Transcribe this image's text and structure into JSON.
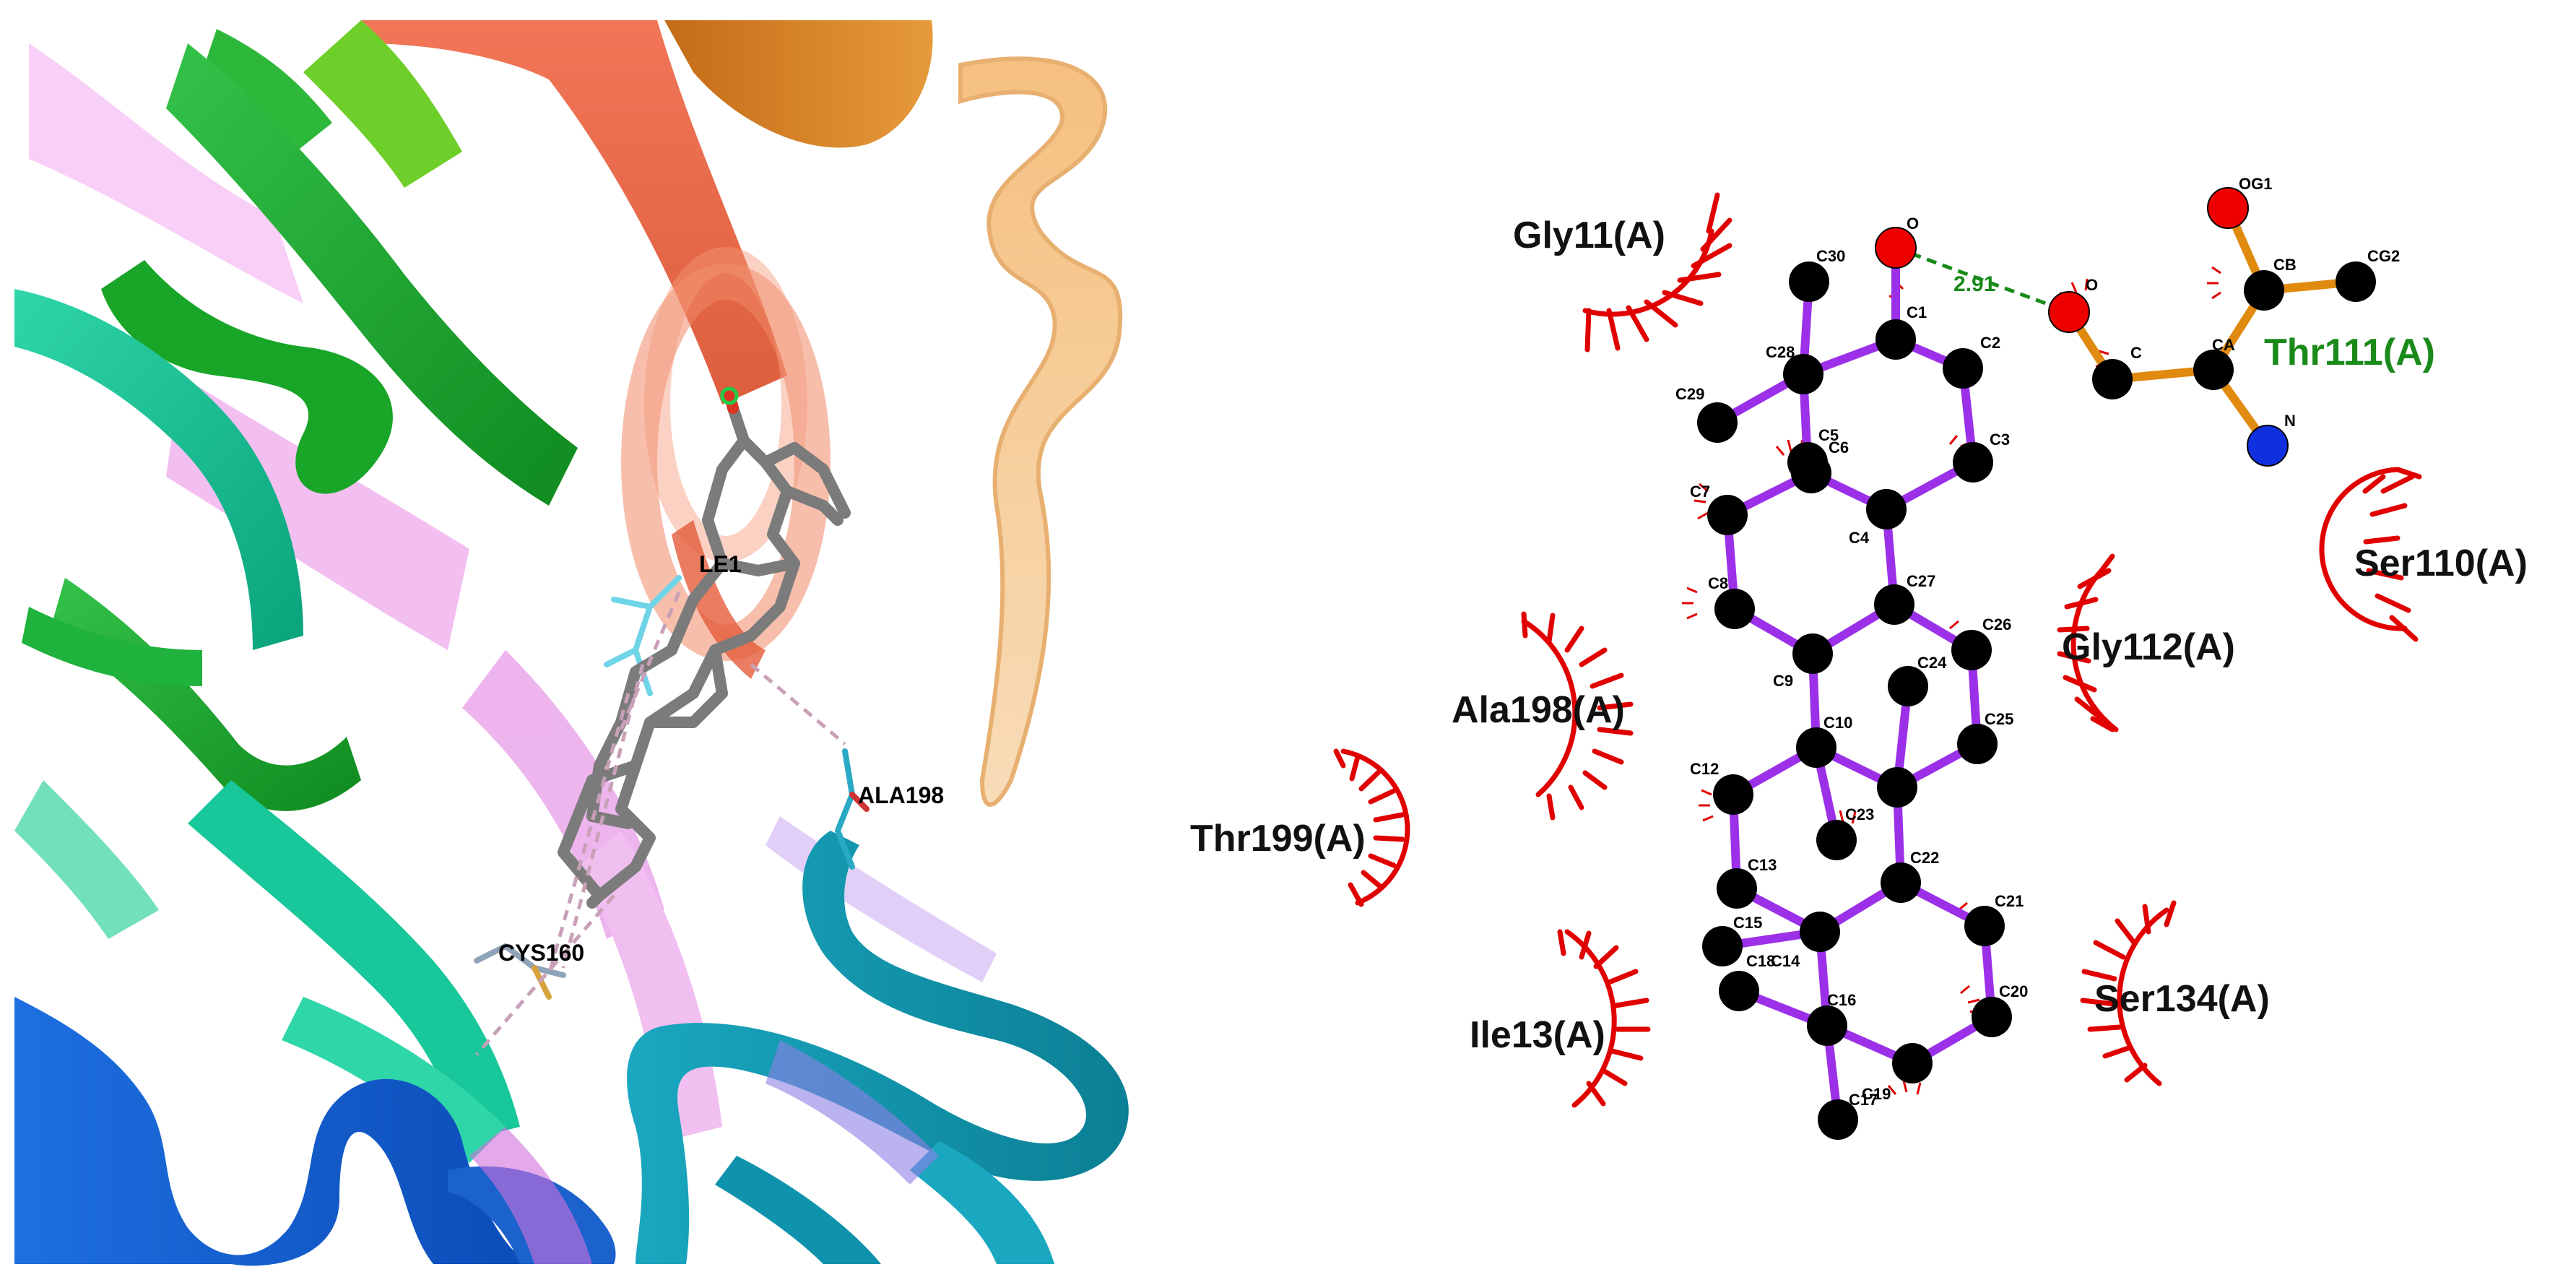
{
  "left_panel": {
    "residue_labels": {
      "ile": "LE1",
      "ala198": "ALA198",
      "cys": "CYS160"
    }
  },
  "right_panel": {
    "hydrophobic_residues": {
      "gly11": "Gly11(A)",
      "ser110": "Ser110(A)",
      "gly112": "Gly112(A)",
      "ala198": "Ala198(A)",
      "thr199": "Thr199(A)",
      "ile13": "Ile13(A)",
      "ser134": "Ser134(A)"
    },
    "hbond_residue": "Thr111(A)",
    "hbond_distance": "2.91",
    "ligand_atoms": {
      "O": "O",
      "C30": "C30",
      "C1": "C1",
      "C2": "C2",
      "C28": "C28",
      "C29": "C29",
      "C3": "C3",
      "C5": "C5",
      "C6": "C6",
      "C7": "C7",
      "C4": "C4",
      "C27": "C27",
      "C8": "C8",
      "C26": "C26",
      "C9": "C9",
      "C24": "C24",
      "C10": "C10",
      "C25": "C25",
      "C12": "C12",
      "C23": "C23",
      "C13": "C13",
      "C22": "C22",
      "C15": "C15",
      "C21": "C21",
      "C18": "C18",
      "C14": "C14",
      "C16": "C16",
      "C20": "C20",
      "C17": "C17",
      "C19": "C19"
    },
    "residue_atoms": {
      "OG1": "OG1",
      "CB": "CB",
      "CG2": "CG2",
      "O": "O",
      "C": "C",
      "CA": "CA",
      "N": "N"
    },
    "colors": {
      "ligand_bond": "#9b30e8",
      "residue_bond": "#e08a10",
      "hbond": "#1a8a1a",
      "oxygen": "#ee0000",
      "nitrogen": "#1030e0",
      "carbon": "#000000",
      "hydrophobic_arc": "#e00000"
    }
  }
}
